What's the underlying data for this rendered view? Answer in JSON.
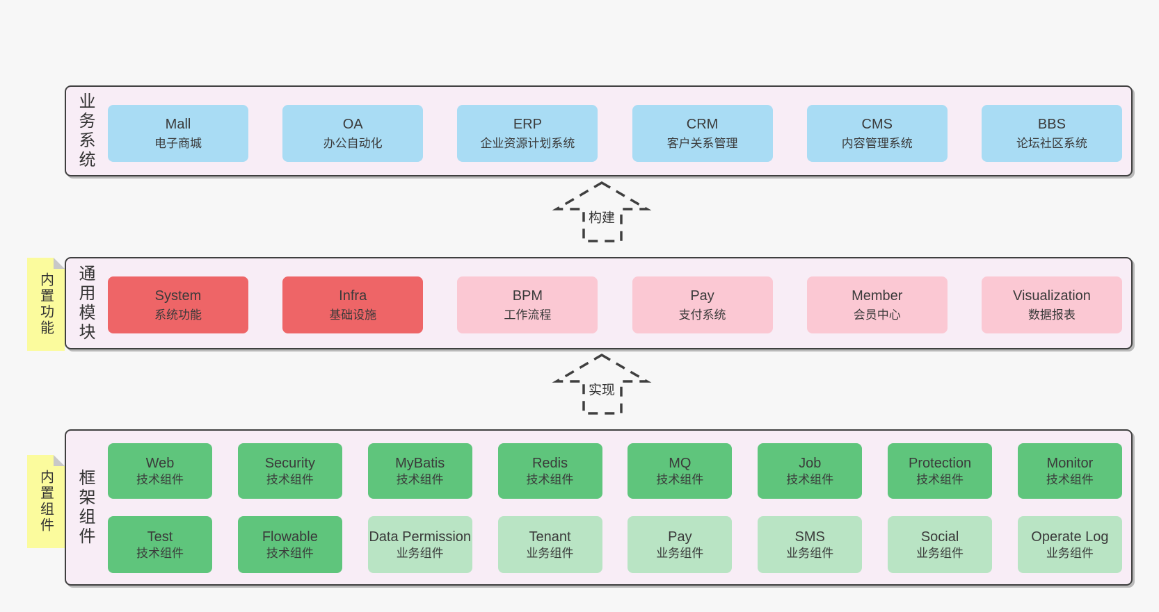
{
  "colors": {
    "pageBg": "#f7f7f7",
    "bandBg": "#f8edf6",
    "border": "#3f3f3f",
    "text": "#3a3a3a",
    "blue": "#a9dcf4",
    "red": "#ee6567",
    "pink": "#fbc8d3",
    "greenDark": "#5fc57c",
    "greenLight": "#b9e4c4",
    "sticky": "#fbfb9d",
    "fold": "#c8c8c8"
  },
  "arrows": [
    {
      "label": "构建"
    },
    {
      "label": "实现"
    }
  ],
  "bands": [
    {
      "label": "业务系统",
      "boxes": [
        {
          "name": "Mall",
          "desc": "电子商城",
          "variant": "blue"
        },
        {
          "name": "OA",
          "desc": "办公自动化",
          "variant": "blue"
        },
        {
          "name": "ERP",
          "desc": "企业资源计划系统",
          "variant": "blue"
        },
        {
          "name": "CRM",
          "desc": "客户关系管理",
          "variant": "blue"
        },
        {
          "name": "CMS",
          "desc": "内容管理系统",
          "variant": "blue"
        },
        {
          "name": "BBS",
          "desc": "论坛社区系统",
          "variant": "blue"
        }
      ]
    },
    {
      "label": "通用模块",
      "sticky": "内置功能",
      "boxes": [
        {
          "name": "System",
          "desc": "系统功能",
          "variant": "red"
        },
        {
          "name": "Infra",
          "desc": "基础设施",
          "variant": "red"
        },
        {
          "name": "BPM",
          "desc": "工作流程",
          "variant": "pink"
        },
        {
          "name": "Pay",
          "desc": "支付系统",
          "variant": "pink"
        },
        {
          "name": "Member",
          "desc": "会员中心",
          "variant": "pink"
        },
        {
          "name": "Visualization",
          "desc": "数据报表",
          "variant": "pink"
        }
      ]
    },
    {
      "label": "框架组件",
      "sticky": "内置组件",
      "rows": [
        [
          {
            "name": "Web",
            "desc": "技术组件",
            "variant": "green"
          },
          {
            "name": "Security",
            "desc": "技术组件",
            "variant": "green"
          },
          {
            "name": "MyBatis",
            "desc": "技术组件",
            "variant": "green"
          },
          {
            "name": "Redis",
            "desc": "技术组件",
            "variant": "green"
          },
          {
            "name": "MQ",
            "desc": "技术组件",
            "variant": "green"
          },
          {
            "name": "Job",
            "desc": "技术组件",
            "variant": "green"
          },
          {
            "name": "Protection",
            "desc": "技术组件",
            "variant": "green"
          },
          {
            "name": "Monitor",
            "desc": "技术组件",
            "variant": "green"
          }
        ],
        [
          {
            "name": "Test",
            "desc": "技术组件",
            "variant": "green"
          },
          {
            "name": "Flowable",
            "desc": "技术组件",
            "variant": "green"
          },
          {
            "name": "Data Permission",
            "desc": "业务组件",
            "variant": "green-light"
          },
          {
            "name": "Tenant",
            "desc": "业务组件",
            "variant": "green-light"
          },
          {
            "name": "Pay",
            "desc": "业务组件",
            "variant": "green-light"
          },
          {
            "name": "SMS",
            "desc": "业务组件",
            "variant": "green-light"
          },
          {
            "name": "Social",
            "desc": "业务组件",
            "variant": "green-light"
          },
          {
            "name": "Operate Log",
            "desc": "业务组件",
            "variant": "green-light"
          }
        ]
      ]
    }
  ]
}
